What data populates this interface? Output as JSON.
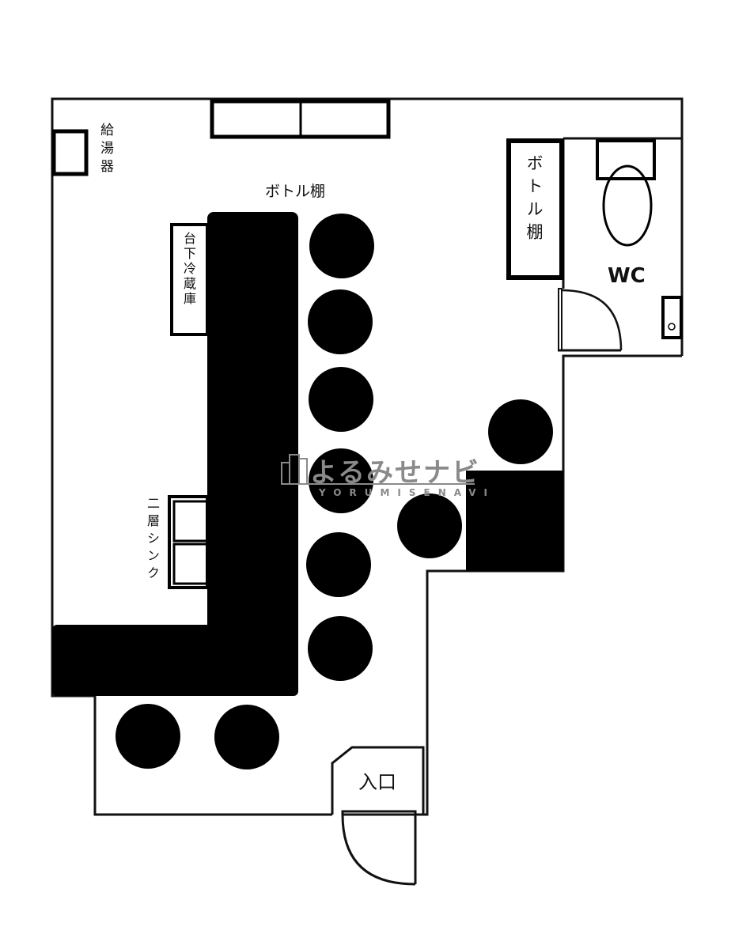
{
  "plan": {
    "labels": {
      "water_heater": "給湯器",
      "bottle_shelf_top": "ボトル棚",
      "under_fridge": "台下冷蔵庫",
      "double_sink": "二層シンク",
      "bottle_shelf_right": "ボトル棚",
      "wc": "WC",
      "entrance": "入口"
    },
    "stool_count": 10,
    "colors": {
      "wall": "#111111",
      "fill": "#000000",
      "watermark": "#8a8a8a"
    }
  },
  "watermark": {
    "logo": "よるみせナビ",
    "sub": "YORUMISENAVI"
  }
}
